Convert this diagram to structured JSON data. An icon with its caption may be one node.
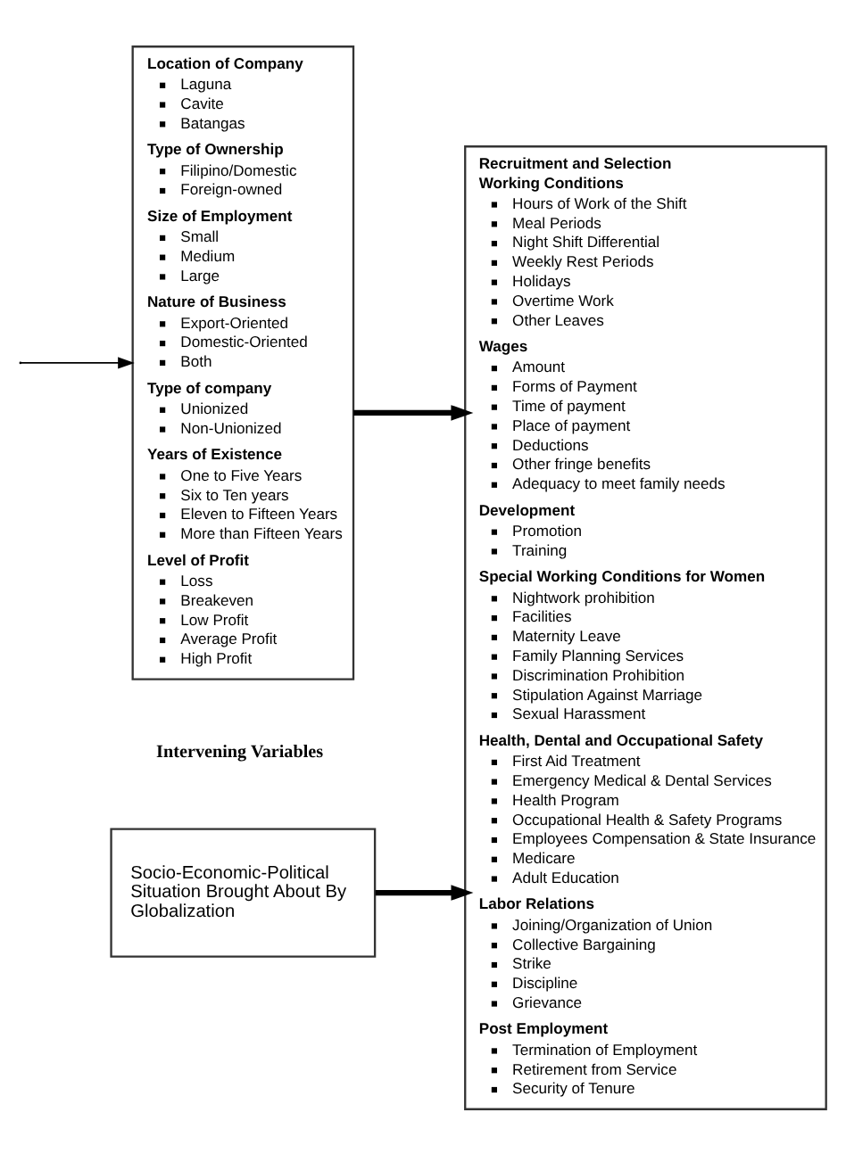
{
  "diagram": {
    "nodes": [
      {
        "text": [
          "Location of Company",
          "Laguna",
          "Cavite",
          "Batangas",
          "Type of Ownership",
          "Filipino/Domestic",
          "Foreign-owned",
          "Size of Employment",
          "Small",
          "Medium",
          "Large",
          "Nature of Business",
          "Export-Oriented",
          "Domestic-Oriented",
          "Both",
          "Type of company",
          "Unionized",
          "Non-Unionized",
          "Years of Existence",
          "One to Five Years",
          "Six to Ten years",
          "Eleven to Fifteen Years",
          "More than Fifteen Years",
          "Level of Profit",
          "Loss",
          "Breakeven",
          "Low Profit",
          "Average Profit",
          "High Profit"
        ]
      },
      {
        "text": [
          "Recruitment and Selection",
          "Working Conditions",
          "Hours of Work of the Shift",
          "Meal Periods",
          "Night Shift Differential",
          "Weekly Rest Periods",
          "Holidays",
          "Overtime Work",
          "Other Leaves",
          "Wages",
          "Amount",
          "Forms of Payment",
          "Time of payment",
          "Place of payment",
          "Deductions",
          "Other fringe benefits",
          "Adequacy to meet family needs",
          "Development",
          "Promotion",
          "Training",
          "Special Working Conditions for Women",
          "Nightwork prohibition",
          "Facilities",
          "Maternity Leave",
          "Family Planning Services",
          "Discrimination Prohibition",
          "Stipulation Against Marriage",
          "Sexual Harassment",
          "Health, Dental and Occupational Safety",
          "First Aid Treatment",
          "Emergency Medical & Dental Services",
          "Health Program",
          "Occupational Health & Safety Programs",
          "Employees Compensation & State Insurance",
          "Medicare",
          "Adult Education",
          "Labor Relations",
          "Joining/Organization of Union",
          "Collective Bargaining",
          "Strike",
          "Discipline",
          "Grievance",
          "Post Employment",
          "Termination of Employment",
          "Retirement from Service",
          "Security of Tenure"
        ]
      },
      {
        "text": [
          "Socio-Economic-Political Situation Brought About By Globalization"
        ]
      }
    ],
    "edges": [
      {
        "from": 0,
        "to": 1,
        "arrow": "to"
      },
      {
        "from": null,
        "to": 0,
        "arrow": "to"
      },
      {
        "from": 2,
        "to": 1,
        "arrow": "to"
      }
    ],
    "labels": [
      "Intervening Variables"
    ]
  }
}
